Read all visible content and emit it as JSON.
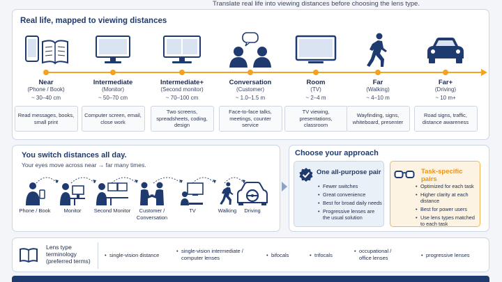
{
  "top_caption": "Translate real life into viewing distances before choosing the lens type.",
  "timeline_section": {
    "title": "Real life, mapped to viewing distances",
    "columns": [
      {
        "name": "Near",
        "sub": "(Phone / Book)",
        "range": "~ 30–40 cm",
        "desc": "Read messages, books, small print",
        "icon": "phone-book-icon"
      },
      {
        "name": "Intermediate",
        "sub": "(Monitor)",
        "range": "~ 50–70 cm",
        "desc": "Computer screen, email, close work",
        "icon": "monitor-icon"
      },
      {
        "name": "Intermediate+",
        "sub": "(Second monitor)",
        "range": "~ 70–100 cm",
        "desc": "Two screens, spreadsheets, coding, design",
        "icon": "dual-monitor-icon"
      },
      {
        "name": "Conversation",
        "sub": "(Customer)",
        "range": "~ 1.0–1.5 m",
        "desc": "Face-to-face talks, meetings, counter service",
        "icon": "conversation-icon"
      },
      {
        "name": "Room",
        "sub": "(TV)",
        "range": "~ 2–4 m",
        "desc": "TV viewing, presentations, classroom",
        "icon": "tv-icon"
      },
      {
        "name": "Far",
        "sub": "(Walking)",
        "range": "~ 4–10 m",
        "desc": "Wayfinding, signs, whiteboard, presenter",
        "icon": "walking-icon"
      },
      {
        "name": "Far+",
        "sub": "(Driving)",
        "range": "~ 10 m+",
        "desc": "Road signs, traffic, distance awareness",
        "icon": "car-icon"
      }
    ]
  },
  "switch_section": {
    "title": "You switch distances all day.",
    "subtitle": "Your eyes move across near → far many times.",
    "steps": [
      "Phone / Book",
      "Monitor",
      "Second Monitor",
      "Customer / Conversation",
      "TV",
      "Walking",
      "Driving"
    ]
  },
  "approach_section": {
    "title": "Choose your approach",
    "option_a": {
      "title": "One all-purpose pair",
      "icon": "check-badge-icon",
      "bullets": [
        "Fewer switches",
        "Great convenience",
        "Best for broad daily needs",
        "Progressive lenses are the usual solution"
      ]
    },
    "option_b": {
      "title": "Task-specific pairs",
      "icon": "glasses-icon",
      "bullets": [
        "Optimized for each task",
        "Higher clarity at each distance",
        "Best for power users",
        "Use lens types matched to each task"
      ]
    }
  },
  "terminology_section": {
    "title": "Lens type terminology (preferred terms)",
    "terms": [
      "single-vision distance",
      "single-vision intermediate / computer lenses",
      "bifocals",
      "trifocals",
      "occupational / office lenses",
      "progressive lenses"
    ]
  },
  "colors": {
    "navy": "#1e3a6e",
    "orange": "#f2a322",
    "light_blue": "#eaf0f8",
    "cream": "#fdf3e2"
  }
}
